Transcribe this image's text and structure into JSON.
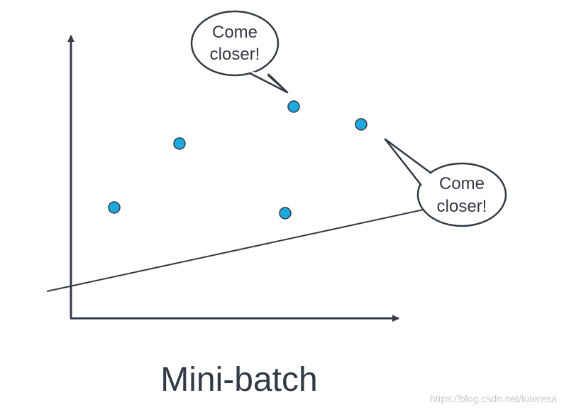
{
  "diagram": {
    "title": "Mini-batch",
    "watermark": "https://blog.csdn.net/luteresa",
    "bubbles": [
      {
        "line1": "Come",
        "line2": "closer!"
      },
      {
        "line1": "Come",
        "line2": "closer!"
      }
    ],
    "colors": {
      "point_fill": "#1fa8dd",
      "stroke": "#333a44",
      "background": "#ffffff"
    }
  }
}
